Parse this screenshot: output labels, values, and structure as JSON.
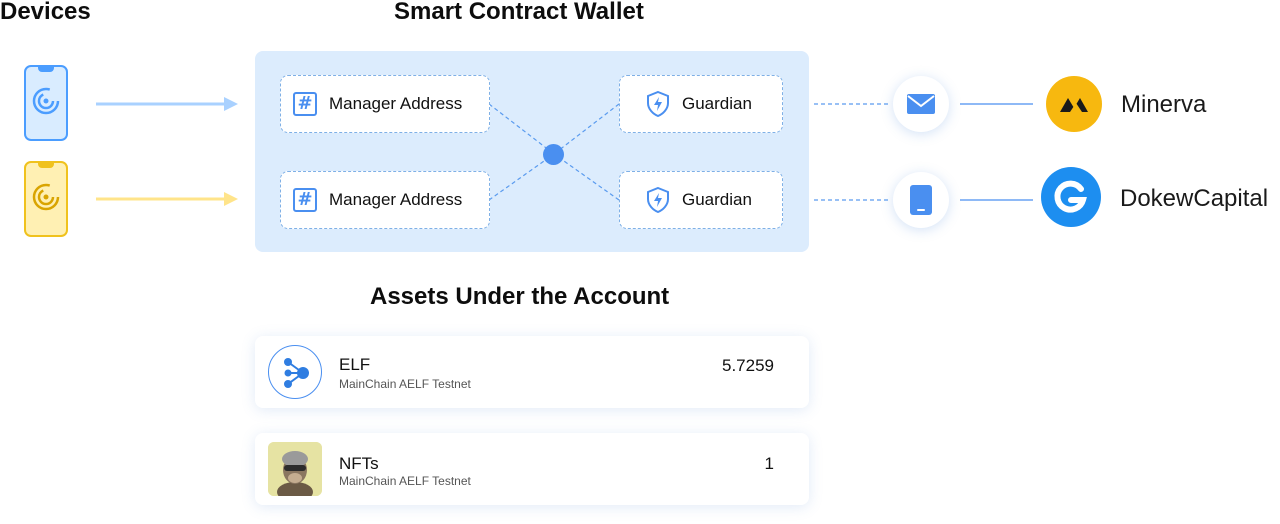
{
  "headings": {
    "devices": "Devices",
    "wallet": "Smart Contract Wallet",
    "assets": "Assets Under the Account"
  },
  "wallet": {
    "managers": [
      {
        "label": "Manager Address"
      },
      {
        "label": "Manager Address"
      }
    ],
    "guardians": [
      {
        "label": "Guardian"
      },
      {
        "label": "Guardian"
      }
    ]
  },
  "partners": [
    {
      "name": "Minerva",
      "channel_icon": "mail-icon",
      "logo": "minerva-logo",
      "color": "#f7b80f"
    },
    {
      "name": "DokewCapital",
      "channel_icon": "tablet-icon",
      "logo": "dokewcapital-logo",
      "color": "#1d8ef0"
    }
  ],
  "devices": [
    {
      "icon": "phone-icon",
      "color": "#4b9dff"
    },
    {
      "icon": "phone-icon",
      "color": "#f0c21d"
    }
  ],
  "assets": [
    {
      "name": "ELF",
      "chain": "MainChain AELF Testnet",
      "value": "5.7259",
      "icon": "elf-token-icon"
    },
    {
      "name": "NFTs",
      "chain": "MainChain AELF Testnet",
      "value": "1",
      "icon": "nft-ape-thumbnail"
    }
  ],
  "colors": {
    "accent_blue": "#4a8ff0",
    "wallet_bg": "#dcecfd",
    "arrow_blue": "#a9d1ff",
    "arrow_yellow": "#ffe48a"
  }
}
